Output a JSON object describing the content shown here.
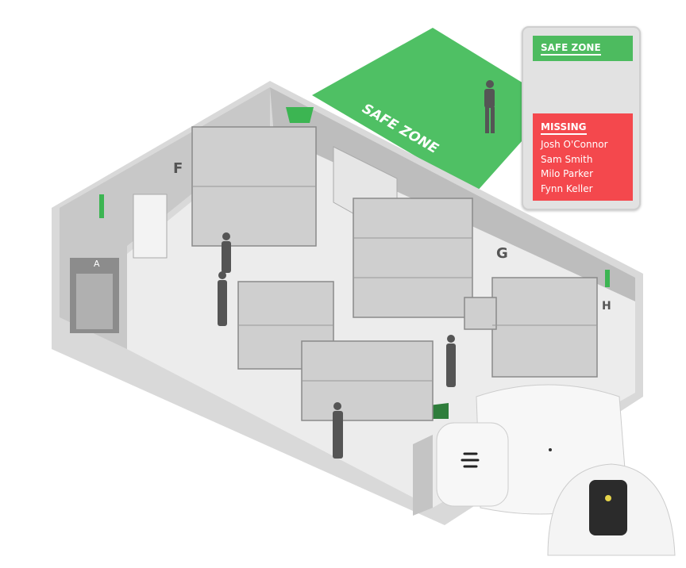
{
  "zone_labels": {
    "f": "F",
    "a": "A",
    "g": "G",
    "h": "H"
  },
  "floor_label": "SAFE ZONE",
  "panel": {
    "safe_zone_title": "SAFE ZONE",
    "missing_title": "MISSING",
    "missing": [
      "Josh O'Connor",
      "Sam Smith",
      "Milo Parker",
      "Fynn Keller"
    ]
  },
  "colors": {
    "safe": "#4dbb5f",
    "missing": "#f4484d",
    "floor_zone": "#4fc064"
  }
}
